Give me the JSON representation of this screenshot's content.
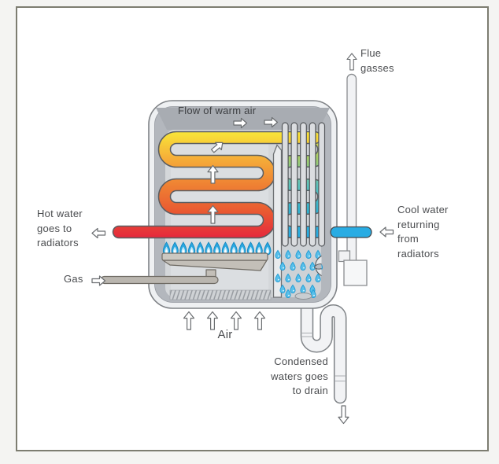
{
  "diagram": {
    "flow_title": "Flow of warm air",
    "labels": {
      "flue": [
        "Flue",
        "gasses"
      ],
      "hot_water": [
        "Hot water",
        "goes to",
        "radiators"
      ],
      "gas": "Gas",
      "air": "Air",
      "cool_water": [
        "Cool water",
        "returning",
        "from",
        "radiators"
      ],
      "condensed": [
        "Condensed",
        "waters goes",
        "to drain"
      ]
    },
    "icons": {
      "direction_arrow": "hollow-block-arrow",
      "fan": "three-blade-fan",
      "flame": "gas-flame",
      "droplet": "water-drop"
    },
    "colors": {
      "frame_border": "#7d7d71",
      "text": "#4a4c4f",
      "hot_water_red": "#e5293c",
      "cool_water_blue": "#29ace3",
      "gas_pipe_gray": "#bab6af",
      "flame_blue": "#29a7e0",
      "droplet_blue": "#58c0ea",
      "coil_hot_gradient": [
        "#f9e538",
        "#f5ae39",
        "#ef8133",
        "#e95a31",
        "#e5293c"
      ],
      "coil_return_gradient": [
        "#eedd3a",
        "#a4cd6b",
        "#5ec3bb",
        "#31b2d0",
        "#28ace4"
      ]
    }
  }
}
